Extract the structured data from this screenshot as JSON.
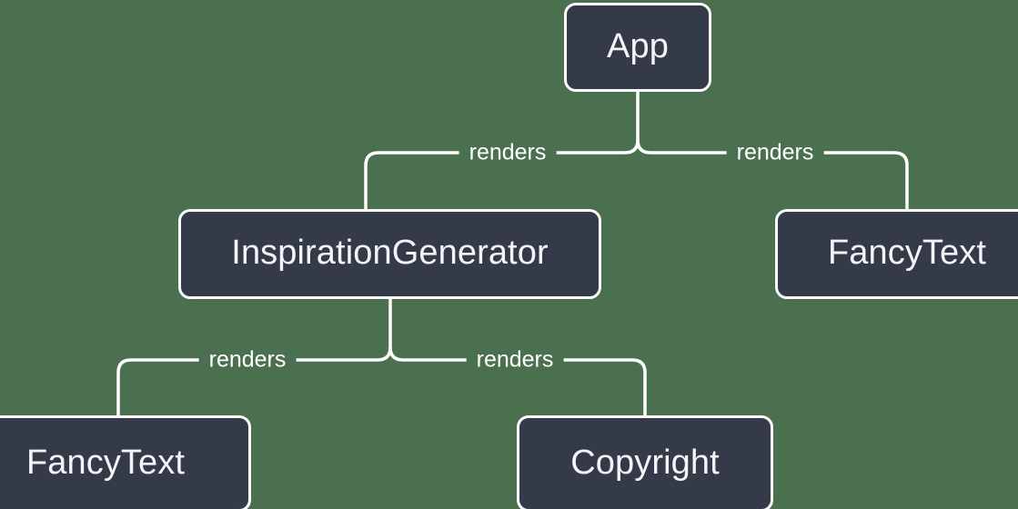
{
  "diagram": {
    "type": "component-render-tree",
    "background_color": "#4a7050",
    "node_fill_color": "#353a48",
    "node_border_color": "#ffffff",
    "edge_color": "#ffffff",
    "text_color": "#f2f4f7",
    "nodes": [
      {
        "id": "app",
        "label": "App",
        "level": 0
      },
      {
        "id": "inspgen",
        "label": "InspirationGenerator",
        "level": 1
      },
      {
        "id": "fancy-right",
        "label": "FancyText",
        "level": 1
      },
      {
        "id": "fancy-left",
        "label": "FancyText",
        "level": 2
      },
      {
        "id": "copyright",
        "label": "Copyright",
        "level": 2
      }
    ],
    "edges": [
      {
        "from": "app",
        "to": "inspgen",
        "label": "renders"
      },
      {
        "from": "app",
        "to": "fancy-right",
        "label": "renders"
      },
      {
        "from": "inspgen",
        "to": "fancy-left",
        "label": "renders"
      },
      {
        "from": "inspgen",
        "to": "copyright",
        "label": "renders"
      }
    ]
  }
}
